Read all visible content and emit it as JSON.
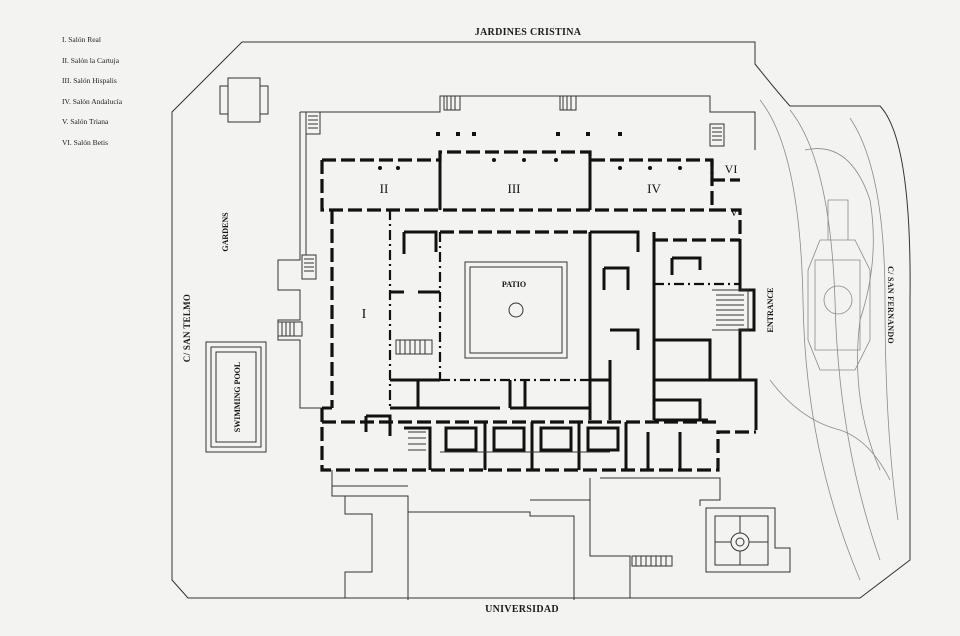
{
  "legend": {
    "items": [
      "I. Salón Real",
      "II. Salón la Cartuja",
      "III. Salón Hispalis",
      "IV. Salón Andalucía",
      "V. Salón Triana",
      "VI. Salón Betis"
    ]
  },
  "streets": {
    "top": "JARDINES CRISTINA",
    "bottom": "UNIVERSIDAD",
    "left": "C/ SAN TELMO",
    "right": "C/ SAN FERNANDO"
  },
  "labels": {
    "gardens": "GARDENS",
    "pool": "SWIMMING POOL",
    "patio": "PATIO",
    "entrance": "ENTRANCE"
  },
  "rooms": {
    "I": "I",
    "II": "II",
    "III": "III",
    "IV": "IV",
    "V": "V",
    "VI": "VI"
  }
}
